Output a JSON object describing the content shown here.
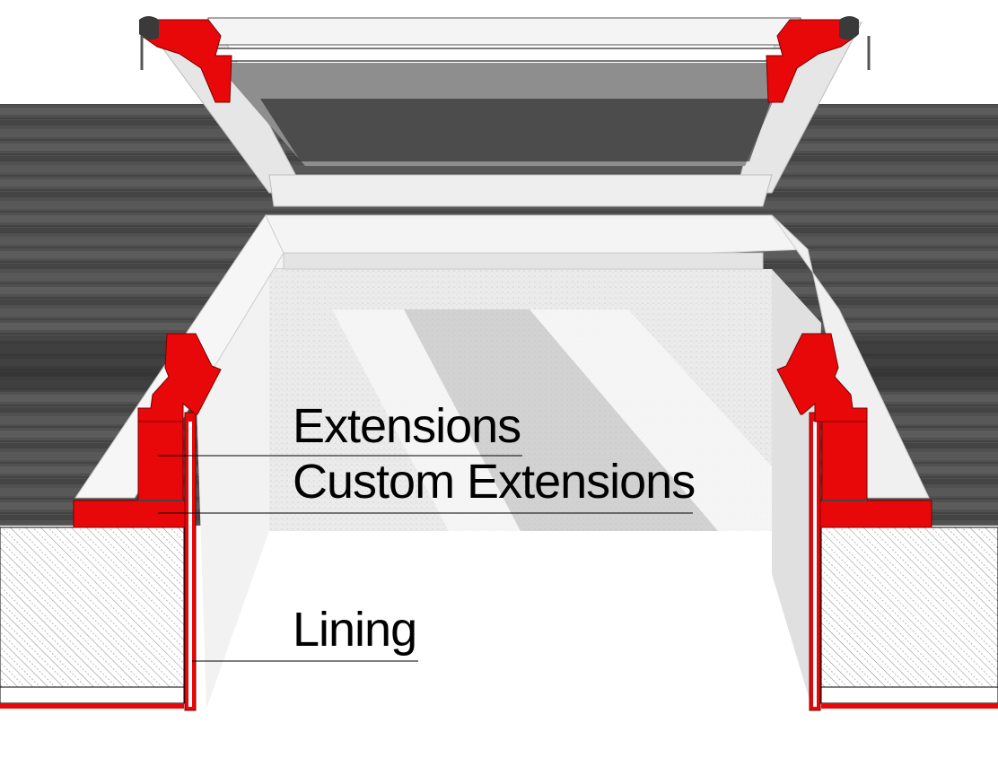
{
  "labels": {
    "extensions": "Extensions",
    "custom_extensions": "Custom Extensions",
    "lining": "Lining"
  },
  "colors": {
    "profile_red": "#e8080a",
    "roof_dark": "#4a4a4a",
    "wall_light": "#e9e9e9",
    "hatch": "#555555",
    "leader": "#000000"
  }
}
